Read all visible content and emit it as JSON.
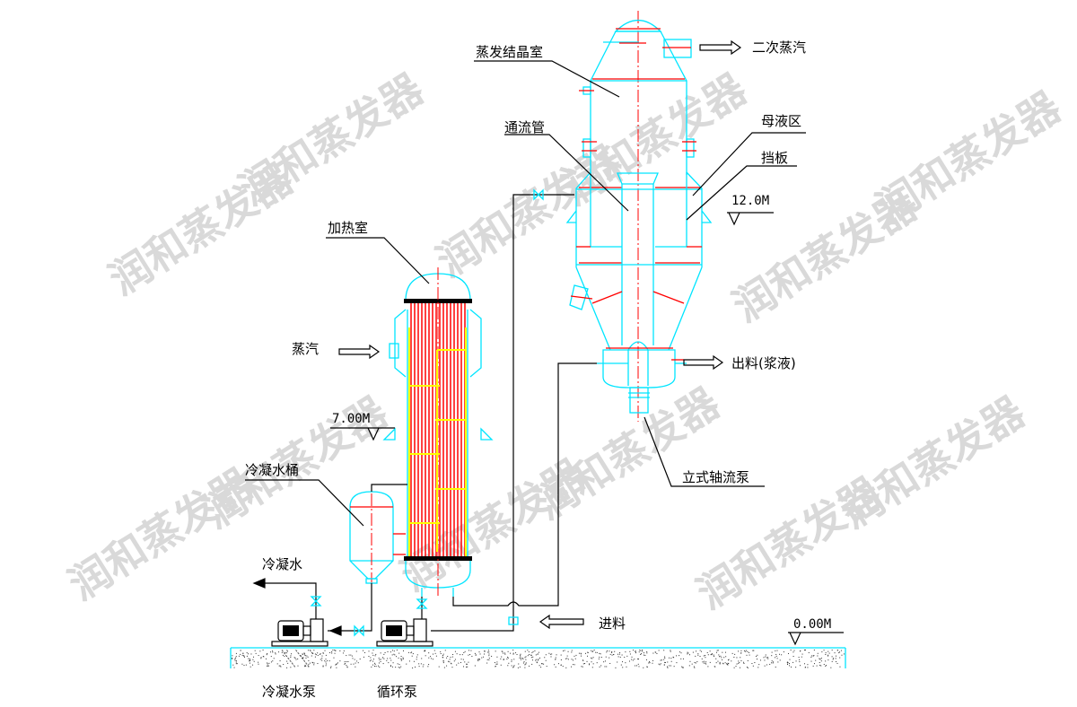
{
  "watermark": "润和蒸发器",
  "labels": {
    "crystallizer": "蒸发结晶室",
    "secondary_steam": "二次蒸汽",
    "draft_tube": "通流管",
    "mother_liquor_zone": "母液区",
    "baffle": "挡板",
    "heating_chamber": "加热室",
    "steam": "蒸汽",
    "condensate_tank": "冷凝水桶",
    "condensate": "冷凝水",
    "feed": "进料",
    "discharge": "出料(浆液)",
    "axial_pump": "立式轴流泵",
    "condensate_pump": "冷凝水泵",
    "circulation_pump": "循环泵"
  },
  "elevations": {
    "e12": "12.0M",
    "e7": "7.00M",
    "e0": "0.00M"
  },
  "colors": {
    "vessel": "#00e5ff",
    "tubes": "#ff0000",
    "baffles": "#ffff00",
    "pipe": "#000000"
  }
}
